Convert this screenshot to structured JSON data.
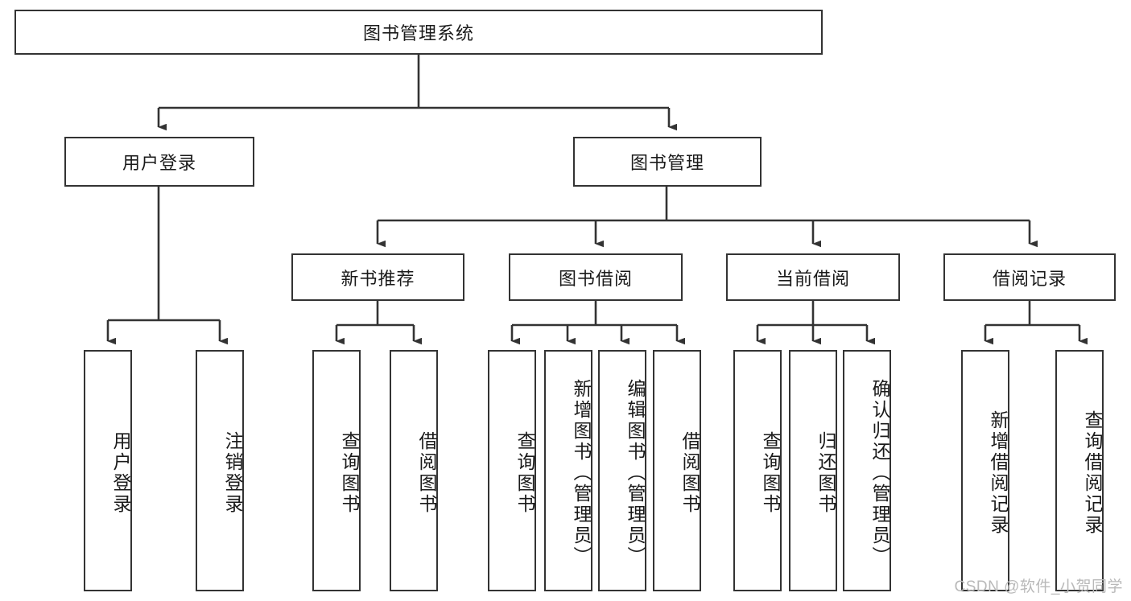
{
  "diagram": {
    "type": "tree-hierarchy-chart",
    "title": "图书管理系统",
    "watermark": "CSDN @软件_小贺同学",
    "colors": {
      "stroke": "#333333",
      "fill": "#ffffff",
      "text": "#1a1a1a",
      "watermark": "#b9b9b9"
    }
  },
  "nodes": {
    "root": {
      "label": "图书管理系统"
    },
    "level2": [
      {
        "id": "user-login",
        "label": "用户登录"
      },
      {
        "id": "book-manage",
        "label": "图书管理"
      }
    ],
    "level3": [
      {
        "id": "new-book-recommend",
        "label": "新书推荐"
      },
      {
        "id": "book-borrow",
        "label": "图书借阅"
      },
      {
        "id": "current-borrow",
        "label": "当前借阅"
      },
      {
        "id": "borrow-record",
        "label": "借阅记录"
      }
    ],
    "leaves": [
      {
        "id": "leaf-user-login",
        "label": "用户登录",
        "parent": "user-login"
      },
      {
        "id": "leaf-logout",
        "label": "注销登录",
        "parent": "user-login"
      },
      {
        "id": "leaf-query-book-1",
        "label": "查询图书",
        "parent": "new-book-recommend"
      },
      {
        "id": "leaf-borrow-book-1",
        "label": "借阅图书",
        "parent": "new-book-recommend"
      },
      {
        "id": "leaf-query-book-2",
        "label": "查询图书",
        "parent": "book-borrow"
      },
      {
        "id": "leaf-add-book",
        "label": "新增图书（管理员）",
        "parent": "book-borrow"
      },
      {
        "id": "leaf-edit-book",
        "label": "编辑图书（管理员）",
        "parent": "book-borrow"
      },
      {
        "id": "leaf-borrow-book-2",
        "label": "借阅图书",
        "parent": "book-borrow"
      },
      {
        "id": "leaf-query-book-3",
        "label": "查询图书",
        "parent": "current-borrow"
      },
      {
        "id": "leaf-return-book",
        "label": "归还图书",
        "parent": "current-borrow"
      },
      {
        "id": "leaf-confirm-return",
        "label": "确认归还（管理员）",
        "parent": "current-borrow"
      },
      {
        "id": "leaf-add-record",
        "label": "新增借阅记录",
        "parent": "borrow-record"
      },
      {
        "id": "leaf-query-record",
        "label": "查询借阅记录",
        "parent": "borrow-record"
      }
    ]
  }
}
